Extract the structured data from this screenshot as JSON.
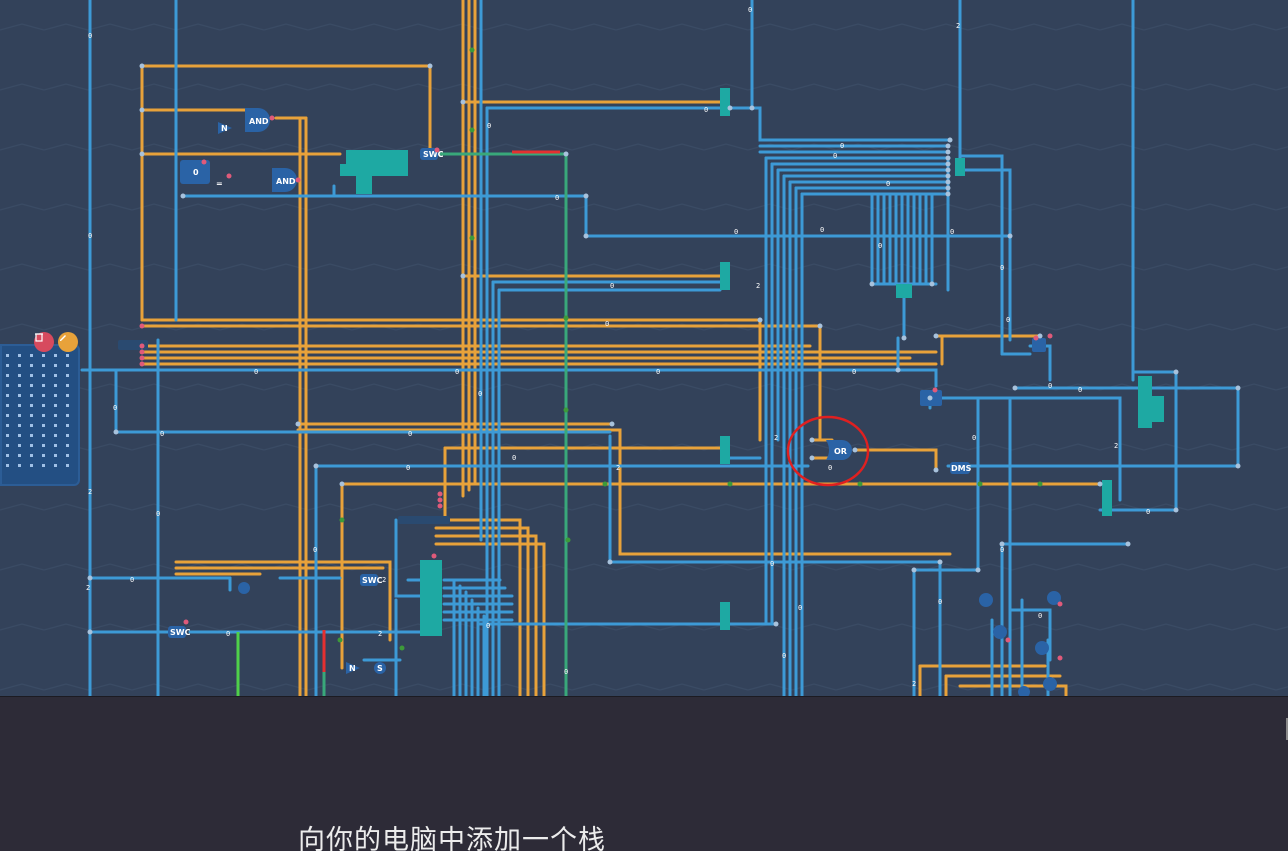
{
  "caption": "向你的电脑中添加一个栈",
  "colors": {
    "background": "#33425a",
    "wire_blue": "#3d9ad6",
    "wire_orange": "#e8a23a",
    "wire_green": "#39a87a",
    "wire_active_green": "#4fd04a",
    "wire_red": "#e53030",
    "component_teal": "#1ea9a3",
    "gate_blue": "#2a63a6",
    "highlight_circle": "#e02020",
    "panel_bg": "#2d2b37"
  },
  "toolbar": {
    "delete_icon": "trash-icon",
    "edit_icon": "pencil-icon"
  },
  "gates": {
    "and_top": "AND",
    "and_bottom": "AND",
    "or_highlighted": "OR",
    "not_1": "N",
    "not_2": "N",
    "swc_1": "SWC",
    "swc_2": "SWC",
    "swc_3": "SWC",
    "dms": "DMS",
    "equal": "=",
    "stack": "S"
  },
  "wire_labels": {
    "zero": "0",
    "two": "2"
  },
  "annotation": "highlighted OR gate"
}
